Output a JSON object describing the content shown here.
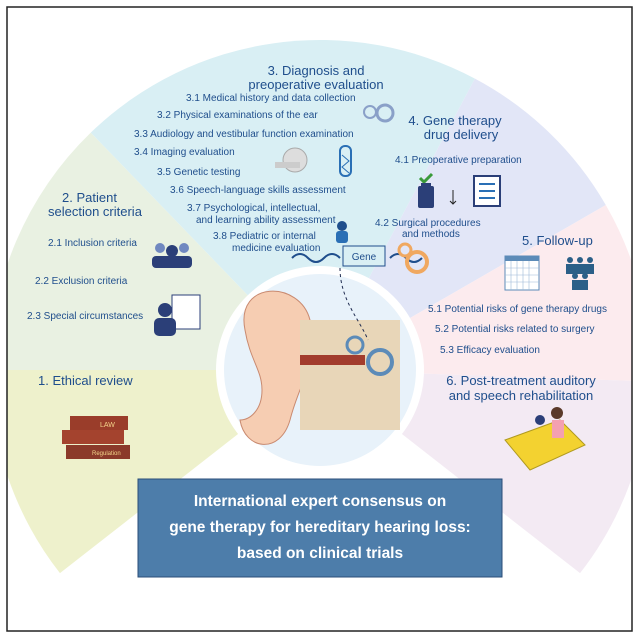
{
  "sections": {
    "s1": {
      "title": "1. Ethical review",
      "color": "#eef1cc"
    },
    "s2": {
      "title1": "2. Patient",
      "title2": "selection criteria",
      "color": "#e9f1e2",
      "items": [
        "2.1  Inclusion criteria",
        "2.2  Exclusion criteria",
        "2.3  Special circumstances"
      ]
    },
    "s3": {
      "title1": "3. Diagnosis and",
      "title2": "preoperative evaluation",
      "color": "#d9eff4",
      "items": [
        "3.1  Medical history and data collection",
        "3.2  Physical examinations of the ear",
        "3.3  Audiology and vestibular function examination",
        "3.4  Imaging evaluation",
        "3.5  Genetic testing",
        "3.6  Speech-language skills assessment",
        "3.7  Psychological, intellectual,",
        "and learning ability assessment",
        "3.8  Pediatric or internal",
        "medicine evaluation"
      ]
    },
    "s4": {
      "title1": "4. Gene therapy",
      "title2": "drug delivery",
      "color": "#e2e6f7",
      "items": [
        "4.1  Preoperative preparation",
        "4.2  Surgical procedures",
        "and methods"
      ]
    },
    "s5": {
      "title": "5. Follow-up",
      "color": "#fcebee",
      "items": [
        "5.1  Potential risks of gene therapy drugs",
        "5.2  Potential risks related to surgery",
        "5.3  Efficacy evaluation"
      ]
    },
    "s6": {
      "title1": "6. Post-treatment auditory",
      "title2": "and speech rehabilitation",
      "color": "#f3eaf3"
    }
  },
  "center": {
    "gene_label": "Gene"
  },
  "banner": {
    "lines": [
      "International expert consensus on",
      "gene therapy for hereditary hearing loss:",
      "based on clinical trials"
    ],
    "color": "#4d7daa"
  },
  "book_labels": [
    "LAW",
    "Regulation"
  ]
}
